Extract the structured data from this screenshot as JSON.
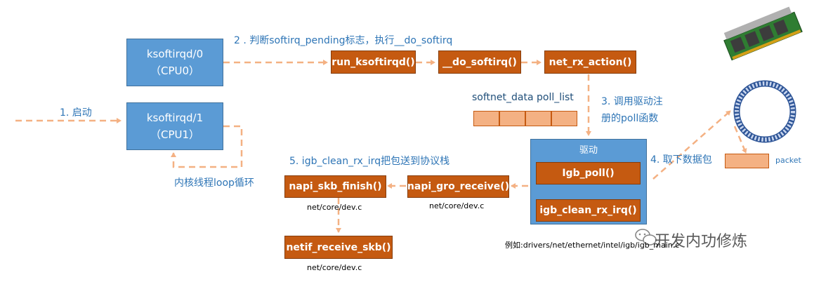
{
  "threads": {
    "t0": {
      "name": "ksoftirqd/0",
      "cpu": "（CPU0）"
    },
    "t1": {
      "name": "ksoftirqd/1",
      "cpu": "（CPU1）"
    }
  },
  "labels": {
    "step1": "1. 启动",
    "step2": "2 . 判断softirq_pending标志，执行__do_softirq",
    "step3_line1": "3. 调用驱动注",
    "step3_line2": "册的poll函数",
    "step4": "4. 取下数据包",
    "step5": "5. igb_clean_rx_irq把包送到协议栈",
    "loop": "内核线程loop循环",
    "softnet": "softnet_data poll_list",
    "packet": "packet"
  },
  "functions": {
    "run_ksoftirqd": "run_ksoftirqd()",
    "do_softirq": "__do_softirq()",
    "net_rx_action": "net_rx_action()",
    "igb_poll": "Igb_poll()",
    "igb_clean_rx_irq": "igb_clean_rx_irq()",
    "napi_gro_receive": "napi_gro_receive()",
    "napi_skb_finish": "napi_skb_finish()",
    "netif_receive_skb": "netif_receive_skb()"
  },
  "driver": {
    "title": "驱动",
    "path": "例如:drivers/net/ethernet/intel/igb/igb_main.c"
  },
  "paths": {
    "dev1": "net/core/dev.c",
    "dev2": "net/core/dev.c",
    "dev3": "net/core/dev.c"
  },
  "watermark": "开发内功修炼",
  "colors": {
    "blue_box": "#5b9bd5",
    "orange_box": "#c55a11",
    "arrow": "#f4b183",
    "label_text": "#2e75b6"
  },
  "icons": [
    "memory-module-icon",
    "ring-buffer-icon",
    "wechat-icon"
  ]
}
